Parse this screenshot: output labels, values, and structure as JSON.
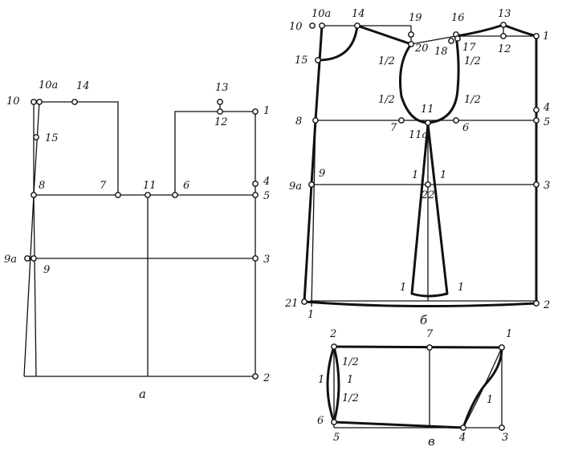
{
  "figure_a": {
    "caption": "а",
    "points": {
      "p10": "10",
      "p10a": "10а",
      "p14": "14",
      "p15": "15",
      "p13": "13",
      "p12": "12",
      "p1": "1",
      "p8": "8",
      "p7": "7",
      "p11": "11",
      "p6": "6",
      "p4": "4",
      "p5": "5",
      "p9a": "9а",
      "p9": "9",
      "p3": "3",
      "p2": "2"
    }
  },
  "figure_b": {
    "caption": "б",
    "points": {
      "p10": "10",
      "p10a": "10а",
      "p14": "14",
      "p19": "19",
      "p16": "16",
      "p13": "13",
      "p1": "1",
      "p15": "15",
      "p20": "20",
      "p18": "18",
      "p17": "17",
      "p12": "12",
      "half1": "1/2",
      "half2": "1/2",
      "half3": "1/2",
      "half4": "1/2",
      "p11": "11",
      "p4": "4",
      "p8": "8",
      "p7": "7",
      "p11a": "11а",
      "p6": "6",
      "p5": "5",
      "p9": "9",
      "p9a": "9а",
      "dart_left": "1",
      "dart_right": "1",
      "p22": "22",
      "p3": "3",
      "hem_dart_left": "1",
      "hem_dart_right": "1",
      "p21": "21",
      "p21_1": "1",
      "p2": "2"
    }
  },
  "figure_c": {
    "caption": "в",
    "points": {
      "p2": "2",
      "p7": "7",
      "p1": "1",
      "half_top": "1/2",
      "left1": "1",
      "right1": "1",
      "half_bottom": "1/2",
      "curve1": "1",
      "p6": "6",
      "p5": "5",
      "p4": "4",
      "p3": "3"
    }
  }
}
